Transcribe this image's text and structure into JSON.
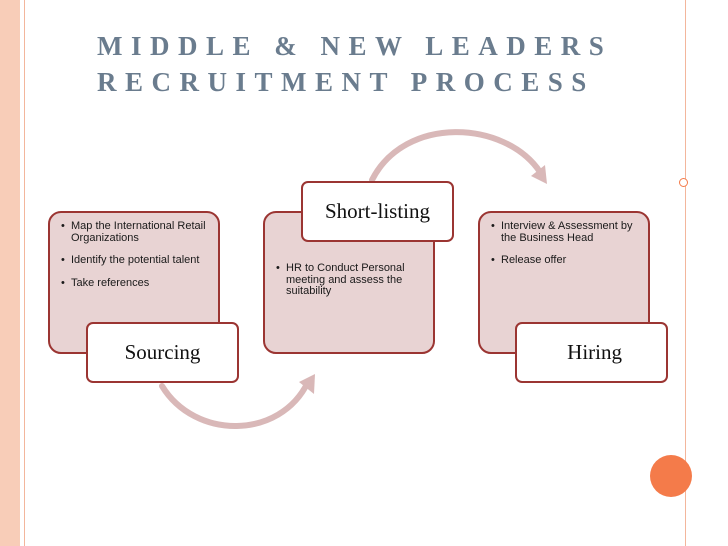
{
  "title": {
    "line1": "MIDDLE  & NEW LEADERS",
    "line2": "RECRUITMENT PROCESS"
  },
  "stages": [
    {
      "label": "Sourcing",
      "bullets": [
        "Map the International Retail Organizations",
        "Identify the potential talent",
        "Take references"
      ]
    },
    {
      "label": "Short-listing",
      "bullets": [
        "HR to Conduct Personal meeting and assess the suitability"
      ]
    },
    {
      "label": "Hiring",
      "bullets": [
        "Interview & Assessment by the Business Head",
        "Release offer"
      ]
    }
  ],
  "colors": {
    "box_fill": "#e8d3d3",
    "box_border": "#9b3532",
    "arrow": "#d9b8b8",
    "title": "#6a7c8e",
    "accent": "#f47b4a"
  }
}
